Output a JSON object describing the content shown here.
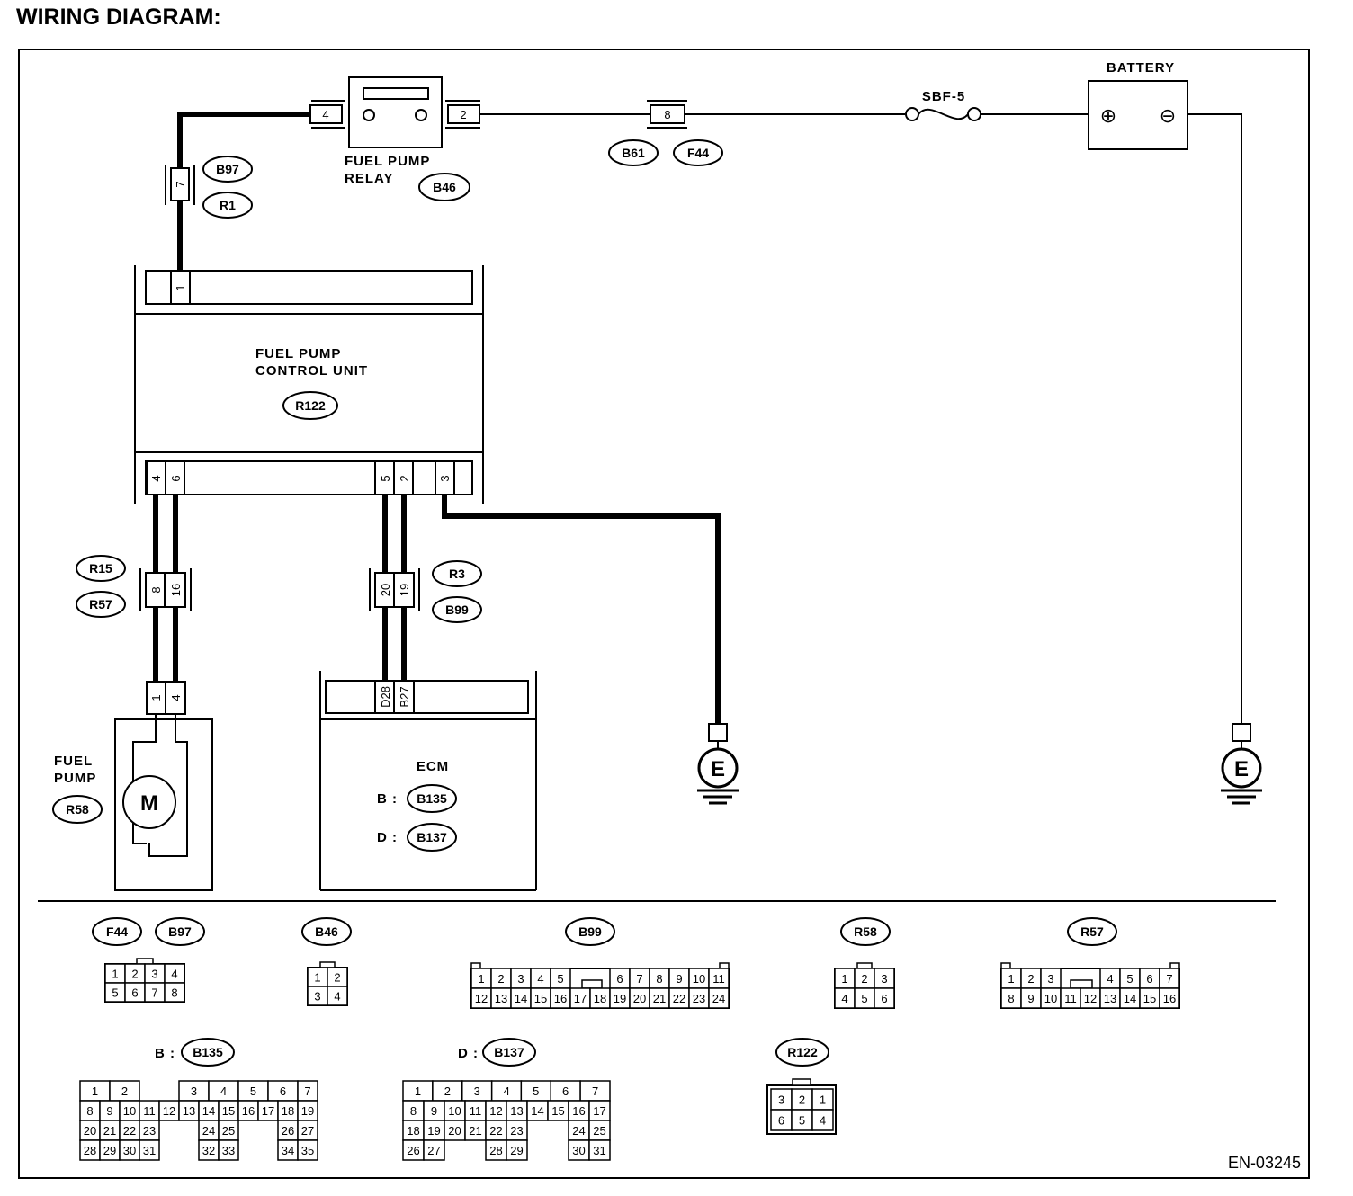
{
  "title": "WIRING DIAGRAM:",
  "figure_code": "EN-03245",
  "components": {
    "relay": {
      "line1": "FUEL PUMP",
      "line2": "RELAY",
      "tag": "B46",
      "pin_left": "4",
      "pin_right": "2"
    },
    "fpcu": {
      "line1": "FUEL PUMP",
      "line2": "CONTROL UNIT",
      "tag": "R122",
      "pin_top": "1",
      "pins_bottom": [
        "4",
        "6",
        "5",
        "2",
        "3"
      ]
    },
    "battery": {
      "label": "BATTERY",
      "plus": "⊕",
      "minus": "⊖"
    },
    "fuse": {
      "label": "SBF-5"
    },
    "pump": {
      "line1": "FUEL",
      "line2": "PUMP",
      "tag": "R58",
      "motor": "M",
      "pins": [
        "1",
        "4"
      ]
    },
    "ecm": {
      "label": "ECM",
      "prefix_b": "B :",
      "tag_b": "B135",
      "prefix_d": "D :",
      "tag_d": "B137",
      "pins": [
        "D28",
        "B27"
      ]
    },
    "ground_mark": "E"
  },
  "connectors": {
    "c7": {
      "pin": "7",
      "tags": [
        "B97",
        "R1"
      ]
    },
    "c8": {
      "pin": "8",
      "tags": [
        "B61",
        "F44"
      ]
    },
    "pump_joint": {
      "pins": [
        "8",
        "16"
      ],
      "tags": [
        "R15",
        "R57"
      ]
    },
    "ecm_joint": {
      "pins": [
        "20",
        "19"
      ],
      "tags": [
        "R3",
        "B99"
      ]
    }
  },
  "legend": {
    "f44_b97": {
      "tags": [
        "F44",
        "B97"
      ],
      "rows": [
        [
          "1",
          "2",
          "3",
          "4"
        ],
        [
          "5",
          "6",
          "7",
          "8"
        ]
      ]
    },
    "b46": {
      "tag": "B46",
      "rows": [
        [
          "1",
          "2"
        ],
        [
          "3",
          "4"
        ]
      ]
    },
    "b99": {
      "tag": "B99",
      "rows": [
        [
          "1",
          "2",
          "3",
          "4",
          "5",
          "",
          "6",
          "7",
          "8",
          "9",
          "10",
          "11"
        ],
        [
          "12",
          "13",
          "14",
          "15",
          "16",
          "17",
          "18",
          "19",
          "20",
          "21",
          "22",
          "23",
          "24"
        ]
      ]
    },
    "r58": {
      "tag": "R58",
      "rows": [
        [
          "1",
          "2",
          "3"
        ],
        [
          "4",
          "5",
          "6"
        ]
      ]
    },
    "r57": {
      "tag": "R57",
      "rows": [
        [
          "1",
          "2",
          "3",
          "",
          "4",
          "5",
          "6",
          "7"
        ],
        [
          "8",
          "9",
          "10",
          "11",
          "12",
          "13",
          "14",
          "15",
          "16"
        ]
      ]
    },
    "b135": {
      "prefix": "B :",
      "tag": "B135",
      "rows": [
        [
          "1",
          "2",
          "",
          "3",
          "4",
          "5",
          "6",
          "7"
        ],
        [
          "8",
          "9",
          "10",
          "11",
          "12",
          "13",
          "14",
          "15",
          "16",
          "17",
          "18",
          "19"
        ],
        [
          "20",
          "21",
          "22",
          "23",
          "",
          "",
          "24",
          "25",
          "",
          "",
          "26",
          "27"
        ],
        [
          "28",
          "29",
          "30",
          "31",
          "",
          "",
          "32",
          "33",
          "",
          "",
          "34",
          "35"
        ]
      ]
    },
    "b137": {
      "prefix": "D :",
      "tag": "B137",
      "rows": [
        [
          "1",
          "2",
          "3",
          "4",
          "5",
          "6",
          "7"
        ],
        [
          "8",
          "9",
          "10",
          "11",
          "12",
          "13",
          "14",
          "15",
          "16",
          "17"
        ],
        [
          "18",
          "19",
          "20",
          "21",
          "22",
          "23",
          "",
          "24",
          "25"
        ],
        [
          "26",
          "27",
          "",
          "",
          "28",
          "29",
          "",
          "30",
          "31"
        ]
      ]
    },
    "r122": {
      "tag": "R122",
      "rows": [
        [
          "3",
          "2",
          "1"
        ],
        [
          "6",
          "5",
          "4"
        ]
      ]
    }
  }
}
